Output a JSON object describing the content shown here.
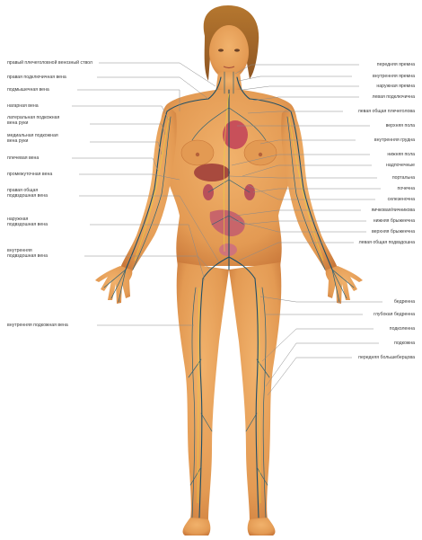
{
  "labels_left": [
    "правый плечеголовной венозный ствол",
    "правая подключичная вена",
    "подмышечная вена",
    "нагарная вена",
    "латеральная подкожная вена руки",
    "медиальная подкожная вена руки",
    "плечевая вена",
    "промежуточная вена",
    "правая общая подвздошная вена",
    "наружная подвздошная вена",
    "внутренняя подвздошная вена",
    "внутренняя подкожная вена"
  ],
  "labels_right": [
    "передняя яремна",
    "внутренняя яремна",
    "наружная яремна",
    "левая подключична",
    "левая общая плечеголова",
    "верхняя пола",
    "внутренняя грудна",
    "нижняя пола",
    "надпочечные",
    "портальна",
    "почечна",
    "селезеночна",
    "яичковая/яичникова",
    "нижняя брыжеечна",
    "верхняя брыжеечна",
    "левая общая подвздошна",
    "бедренна",
    "глубокая бедренна",
    "подколенна",
    "подкожна",
    "передняя большеберцова"
  ],
  "colors": {
    "skin": "#e9a15a",
    "skin_shadow": "#c9783a",
    "vein": "#1f4f66",
    "organ": "#c8505a",
    "hair": "#a5672a",
    "nerve": "#e8d23a"
  }
}
